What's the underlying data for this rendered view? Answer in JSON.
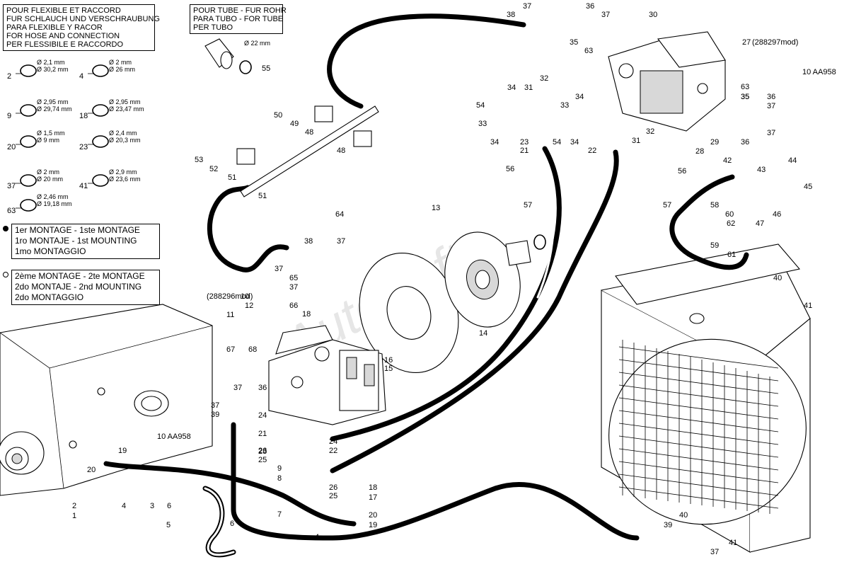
{
  "boxes": {
    "hose_box": [
      "POUR FLEXIBLE ET RACCORD",
      "FUR SCHLAUCH UND VERSCHRAUBUNG",
      "PARA FLEXIBLE Y RACOR",
      "FOR HOSE AND CONNECTION",
      "PER FLESSIBILE E RACCORDO"
    ],
    "tube_box": [
      "POUR TUBE - FUR ROHR",
      "PARA TUBO - FOR TUBE",
      "PER TUBO"
    ],
    "first_mount": [
      "1er MONTAGE - 1ste MONTAGE",
      "1ro MONTAJE - 1st MOUNTING",
      "1mo MONTAGGIO"
    ],
    "second_mount": [
      "2ème MONTAGE - 2te MONTAGE",
      "2do MONTAJE - 2nd MOUNTING",
      "2do MONTAGGIO"
    ]
  },
  "oring_specs": [
    {
      "label": "2",
      "d1": "Ø 2,1 mm",
      "d2": "Ø 30,2 mm"
    },
    {
      "label": "4",
      "d1": "Ø 2 mm",
      "d2": "Ø 26 mm"
    },
    {
      "label": "9",
      "d1": "Ø 2,95 mm",
      "d2": "Ø 29,74 mm"
    },
    {
      "label": "18",
      "d1": "Ø 2,95 mm",
      "d2": "Ø 23,47 mm"
    },
    {
      "label": "20",
      "d1": "Ø 1,5 mm",
      "d2": "Ø 9 mm"
    },
    {
      "label": "23",
      "d1": "Ø 2,4 mm",
      "d2": "Ø 20,3 mm"
    },
    {
      "label": "37",
      "d1": "Ø 2 mm",
      "d2": "Ø 20 mm"
    },
    {
      "label": "41",
      "d1": "Ø 2,9 mm",
      "d2": "Ø 23,6 mm"
    },
    {
      "label": "63",
      "d1": "Ø 2,46 mm",
      "d2": "Ø 19,18 mm"
    }
  ],
  "tube_fitting": {
    "dim": "Ø 22 mm",
    "label": "55"
  },
  "watermark": "AutoSoft",
  "refs": {
    "ref_10_mod": "(288296mod)",
    "ref_27_mod": "(288297mod)",
    "aa958_left": "10 AA958",
    "aa958_right": "10 AA958"
  },
  "callouts": [
    {
      "id": "c1",
      "t": "1"
    },
    {
      "id": "c2",
      "t": "2"
    },
    {
      "id": "c3",
      "t": "3"
    },
    {
      "id": "c4",
      "t": "4"
    },
    {
      "id": "c5",
      "t": "5"
    },
    {
      "id": "c6",
      "t": "6"
    },
    {
      "id": "c6b",
      "t": "6"
    },
    {
      "id": "c7",
      "t": "7"
    },
    {
      "id": "c4b",
      "t": "4"
    },
    {
      "id": "c8",
      "t": "8"
    },
    {
      "id": "c9",
      "t": "9"
    },
    {
      "id": "c10",
      "t": "10"
    },
    {
      "id": "c11",
      "t": "11"
    },
    {
      "id": "c12",
      "t": "12"
    },
    {
      "id": "c13",
      "t": "13"
    },
    {
      "id": "c14",
      "t": "14"
    },
    {
      "id": "c15",
      "t": "15"
    },
    {
      "id": "c16",
      "t": "16"
    },
    {
      "id": "c17",
      "t": "17"
    },
    {
      "id": "c18",
      "t": "18"
    },
    {
      "id": "c18b",
      "t": "18"
    },
    {
      "id": "c19",
      "t": "19"
    },
    {
      "id": "c19b",
      "t": "19"
    },
    {
      "id": "c20",
      "t": "20"
    },
    {
      "id": "c20b",
      "t": "20"
    },
    {
      "id": "c21",
      "t": "21"
    },
    {
      "id": "c21b",
      "t": "21"
    },
    {
      "id": "c22",
      "t": "22"
    },
    {
      "id": "c22b",
      "t": "22"
    },
    {
      "id": "c23",
      "t": "23"
    },
    {
      "id": "c23b",
      "t": "23"
    },
    {
      "id": "c24",
      "t": "24"
    },
    {
      "id": "c24b",
      "t": "24"
    },
    {
      "id": "c25",
      "t": "25"
    },
    {
      "id": "c25b",
      "t": "25"
    },
    {
      "id": "c26",
      "t": "26"
    },
    {
      "id": "c26b",
      "t": "26"
    },
    {
      "id": "c27",
      "t": "27"
    },
    {
      "id": "c28",
      "t": "28"
    },
    {
      "id": "c29",
      "t": "29"
    },
    {
      "id": "c30",
      "t": "30"
    },
    {
      "id": "c31",
      "t": "31"
    },
    {
      "id": "c31b",
      "t": "31"
    },
    {
      "id": "c32",
      "t": "32"
    },
    {
      "id": "c32b",
      "t": "32"
    },
    {
      "id": "c33",
      "t": "33"
    },
    {
      "id": "c33b",
      "t": "33"
    },
    {
      "id": "c34",
      "t": "34"
    },
    {
      "id": "c34b",
      "t": "34"
    },
    {
      "id": "c34c",
      "t": "34"
    },
    {
      "id": "c34d",
      "t": "34"
    },
    {
      "id": "c35",
      "t": "35"
    },
    {
      "id": "c35b",
      "t": "35"
    },
    {
      "id": "c36",
      "t": "36"
    },
    {
      "id": "c36b",
      "t": "36"
    },
    {
      "id": "c36c",
      "t": "36"
    },
    {
      "id": "c37",
      "t": "37"
    },
    {
      "id": "c37b",
      "t": "37"
    },
    {
      "id": "c37c",
      "t": "37"
    },
    {
      "id": "c37d",
      "t": "37"
    },
    {
      "id": "c37e",
      "t": "37"
    },
    {
      "id": "c37f",
      "t": "37"
    },
    {
      "id": "c37g",
      "t": "37"
    },
    {
      "id": "c37h",
      "t": "37"
    },
    {
      "id": "c37i",
      "t": "37"
    },
    {
      "id": "c37j",
      "t": "37"
    },
    {
      "id": "c38",
      "t": "38"
    },
    {
      "id": "c38b",
      "t": "38"
    },
    {
      "id": "c39",
      "t": "39"
    },
    {
      "id": "c39b",
      "t": "39"
    },
    {
      "id": "c40",
      "t": "40"
    },
    {
      "id": "c40b",
      "t": "40"
    },
    {
      "id": "c41",
      "t": "41"
    },
    {
      "id": "c41b",
      "t": "41"
    },
    {
      "id": "c42",
      "t": "42"
    },
    {
      "id": "c43",
      "t": "43"
    },
    {
      "id": "c44",
      "t": "44"
    },
    {
      "id": "c45",
      "t": "45"
    },
    {
      "id": "c46",
      "t": "46"
    },
    {
      "id": "c47",
      "t": "47"
    },
    {
      "id": "c48",
      "t": "48"
    },
    {
      "id": "c48b",
      "t": "48"
    },
    {
      "id": "c49",
      "t": "49"
    },
    {
      "id": "c50",
      "t": "50"
    },
    {
      "id": "c51",
      "t": "51"
    },
    {
      "id": "c51b",
      "t": "51"
    },
    {
      "id": "c52",
      "t": "52"
    },
    {
      "id": "c53",
      "t": "53"
    },
    {
      "id": "c54",
      "t": "54"
    },
    {
      "id": "c54b",
      "t": "54"
    },
    {
      "id": "c56",
      "t": "56"
    },
    {
      "id": "c56b",
      "t": "56"
    },
    {
      "id": "c57",
      "t": "57"
    },
    {
      "id": "c57b",
      "t": "57"
    },
    {
      "id": "c58",
      "t": "58"
    },
    {
      "id": "c59",
      "t": "59"
    },
    {
      "id": "c60",
      "t": "60"
    },
    {
      "id": "c61",
      "t": "61"
    },
    {
      "id": "c62",
      "t": "62"
    },
    {
      "id": "c63",
      "t": "63"
    },
    {
      "id": "c63b",
      "t": "63"
    },
    {
      "id": "c64",
      "t": "64"
    },
    {
      "id": "c65",
      "t": "65"
    },
    {
      "id": "c66",
      "t": "66"
    },
    {
      "id": "c67",
      "t": "67"
    },
    {
      "id": "c68",
      "t": "68"
    },
    {
      "id": "c35c",
      "t": "35"
    },
    {
      "id": "c36d",
      "t": "36"
    }
  ]
}
